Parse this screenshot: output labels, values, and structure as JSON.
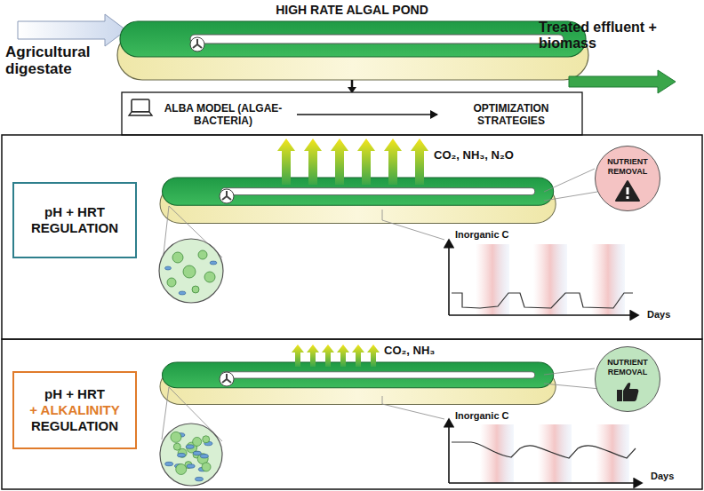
{
  "diagram": {
    "title": "HIGH RATE ALGAL POND",
    "nodes": [
      {
        "text": [
          "ALBA MODEL (ALGAE-BACTERIA)"
        ]
      },
      {
        "text": [
          "OPTIMIZATION STRATEGIES"
        ]
      },
      {
        "text": [
          "pH + HRT REGULATION"
        ]
      },
      {
        "text": [
          "NUTRIENT REMOVAL"
        ]
      },
      {
        "text": [
          "pH + HRT",
          "+ ALKALINITY",
          "REGULATION"
        ]
      },
      {
        "text": [
          "NUTRIENT REMOVAL"
        ]
      }
    ],
    "edges": [
      {
        "from": 0,
        "to": 1,
        "arrow": "to"
      }
    ],
    "labels": [
      "Agricultural digestate",
      "Treated effluent + biomass",
      "CO₂, NH₃, N₂O",
      "Inorganic C",
      "Days",
      "CO₂, NH₃",
      "Inorganic C",
      "Days"
    ]
  }
}
